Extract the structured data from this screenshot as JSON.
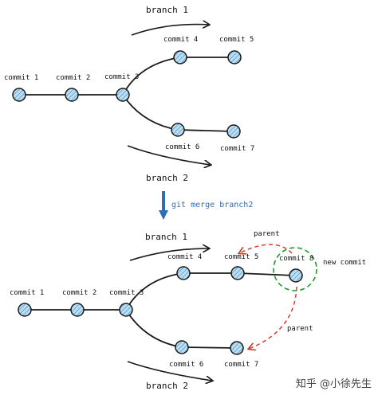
{
  "colors": {
    "node_fill": "#bcdff3",
    "node_stroke": "#1a1a1a",
    "edge": "#1a1a1a",
    "merge_arrow": "#2f6db5",
    "merge_text": "#2f6db5",
    "parent": "#d7312a",
    "new_commit": "#1f9a2d"
  },
  "top": {
    "commits": [
      "commit 1",
      "commit 2",
      "commit 3",
      "commit 4",
      "commit 5",
      "commit 6",
      "commit 7"
    ],
    "branch1": "branch 1",
    "branch2": "branch 2"
  },
  "merge": {
    "label": "git merge branch2"
  },
  "bottom": {
    "commits": [
      "commit 1",
      "commit 2",
      "commit 3",
      "commit 4",
      "commit 5",
      "commit 6",
      "commit 7",
      "commit 8"
    ],
    "branch1": "branch 1",
    "branch2": "branch 2",
    "parent1": "parent",
    "parent2": "parent",
    "new_commit": "new commit"
  },
  "watermark": "知乎 @小徐先生"
}
